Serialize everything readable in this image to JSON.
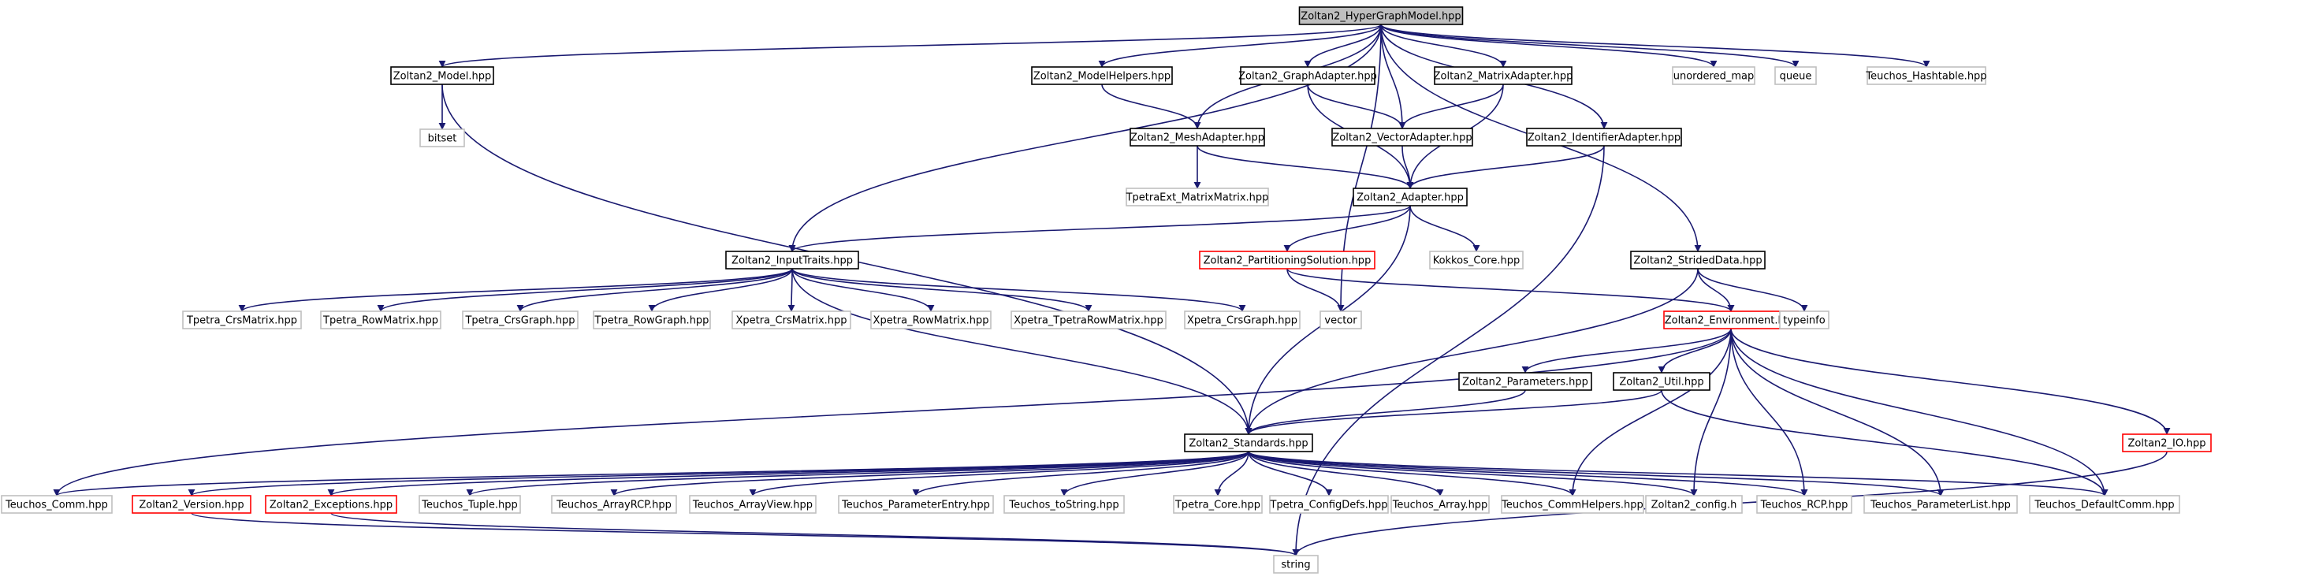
{
  "colors": {
    "edge": "#191970",
    "box_default": "#000000",
    "box_truncated": "#ff0000",
    "box_external": "#bfbfbf",
    "fill_root": "#bfbfbf",
    "fill_default": "#ffffff",
    "text": "#000000"
  },
  "nodes": [
    {
      "id": "root",
      "label": "Zoltan2_HyperGraphModel.hpp",
      "kind": "root"
    },
    {
      "id": "model",
      "label": "Zoltan2_Model.hpp",
      "kind": "normal"
    },
    {
      "id": "modelhelpers",
      "label": "Zoltan2_ModelHelpers.hpp",
      "kind": "normal"
    },
    {
      "id": "graphadapter",
      "label": "Zoltan2_GraphAdapter.hpp",
      "kind": "normal"
    },
    {
      "id": "matrixadapter",
      "label": "Zoltan2_MatrixAdapter.hpp",
      "kind": "normal"
    },
    {
      "id": "unordered_map",
      "label": "unordered_map",
      "kind": "external"
    },
    {
      "id": "queue",
      "label": "queue",
      "kind": "external"
    },
    {
      "id": "hashtable",
      "label": "Teuchos_Hashtable.hpp",
      "kind": "external"
    },
    {
      "id": "bitset",
      "label": "bitset",
      "kind": "external"
    },
    {
      "id": "meshadapter",
      "label": "Zoltan2_MeshAdapter.hpp",
      "kind": "normal"
    },
    {
      "id": "vectoradapter",
      "label": "Zoltan2_VectorAdapter.hpp",
      "kind": "normal"
    },
    {
      "id": "identifieradapter",
      "label": "Zoltan2_IdentifierAdapter.hpp",
      "kind": "normal"
    },
    {
      "id": "tpetraext",
      "label": "TpetraExt_MatrixMatrix.hpp",
      "kind": "external"
    },
    {
      "id": "adapter",
      "label": "Zoltan2_Adapter.hpp",
      "kind": "normal"
    },
    {
      "id": "inputtraits",
      "label": "Zoltan2_InputTraits.hpp",
      "kind": "normal"
    },
    {
      "id": "partsol",
      "label": "Zoltan2_PartitioningSolution.hpp",
      "kind": "truncated"
    },
    {
      "id": "kokkos",
      "label": "Kokkos_Core.hpp",
      "kind": "external"
    },
    {
      "id": "strided",
      "label": "Zoltan2_StridedData.hpp",
      "kind": "normal"
    },
    {
      "id": "tpetra_crsmatrix",
      "label": "Tpetra_CrsMatrix.hpp",
      "kind": "external"
    },
    {
      "id": "tpetra_rowmatrix",
      "label": "Tpetra_RowMatrix.hpp",
      "kind": "external"
    },
    {
      "id": "tpetra_crsgraph",
      "label": "Tpetra_CrsGraph.hpp",
      "kind": "external"
    },
    {
      "id": "tpetra_rowgraph",
      "label": "Tpetra_RowGraph.hpp",
      "kind": "external"
    },
    {
      "id": "xpetra_crsmatrix",
      "label": "Xpetra_CrsMatrix.hpp",
      "kind": "external"
    },
    {
      "id": "xpetra_rowmatrix",
      "label": "Xpetra_RowMatrix.hpp",
      "kind": "external"
    },
    {
      "id": "xpetra_tpetrarow",
      "label": "Xpetra_TpetraRowMatrix.hpp",
      "kind": "external"
    },
    {
      "id": "xpetra_crsgraph",
      "label": "Xpetra_CrsGraph.hpp",
      "kind": "external"
    },
    {
      "id": "vector",
      "label": "vector",
      "kind": "external"
    },
    {
      "id": "environment",
      "label": "Zoltan2_Environment.hpp",
      "kind": "truncated"
    },
    {
      "id": "typeinfo",
      "label": "typeinfo",
      "kind": "external"
    },
    {
      "id": "parameters",
      "label": "Zoltan2_Parameters.hpp",
      "kind": "normal"
    },
    {
      "id": "util",
      "label": "Zoltan2_Util.hpp",
      "kind": "normal"
    },
    {
      "id": "io",
      "label": "Zoltan2_IO.hpp",
      "kind": "truncated"
    },
    {
      "id": "standards",
      "label": "Zoltan2_Standards.hpp",
      "kind": "normal"
    },
    {
      "id": "teuchos_comm",
      "label": "Teuchos_Comm.hpp",
      "kind": "external"
    },
    {
      "id": "version",
      "label": "Zoltan2_Version.hpp",
      "kind": "truncated"
    },
    {
      "id": "exceptions",
      "label": "Zoltan2_Exceptions.hpp",
      "kind": "truncated"
    },
    {
      "id": "tuple",
      "label": "Teuchos_Tuple.hpp",
      "kind": "external"
    },
    {
      "id": "arrayrcp",
      "label": "Teuchos_ArrayRCP.hpp",
      "kind": "external"
    },
    {
      "id": "arrayview",
      "label": "Teuchos_ArrayView.hpp",
      "kind": "external"
    },
    {
      "id": "paramentry",
      "label": "Teuchos_ParameterEntry.hpp",
      "kind": "external"
    },
    {
      "id": "tostring",
      "label": "Teuchos_toString.hpp",
      "kind": "external"
    },
    {
      "id": "tpetra_core",
      "label": "Tpetra_Core.hpp",
      "kind": "external"
    },
    {
      "id": "configdefs",
      "label": "Tpetra_ConfigDefs.hpp",
      "kind": "external"
    },
    {
      "id": "teuchos_array",
      "label": "Teuchos_Array.hpp",
      "kind": "external"
    },
    {
      "id": "commhelpers",
      "label": "Teuchos_CommHelpers.hpp",
      "kind": "external"
    },
    {
      "id": "config",
      "label": "Zoltan2_config.h",
      "kind": "external"
    },
    {
      "id": "rcp",
      "label": "Teuchos_RCP.hpp",
      "kind": "external"
    },
    {
      "id": "paramlist",
      "label": "Teuchos_ParameterList.hpp",
      "kind": "external"
    },
    {
      "id": "defaultcomm",
      "label": "Teuchos_DefaultComm.hpp",
      "kind": "external"
    },
    {
      "id": "string",
      "label": "string",
      "kind": "external"
    }
  ],
  "edges": [
    [
      "root",
      "model"
    ],
    [
      "root",
      "modelhelpers"
    ],
    [
      "root",
      "graphadapter"
    ],
    [
      "root",
      "matrixadapter"
    ],
    [
      "root",
      "unordered_map"
    ],
    [
      "root",
      "queue"
    ],
    [
      "root",
      "hashtable"
    ],
    [
      "root",
      "meshadapter"
    ],
    [
      "root",
      "vectoradapter"
    ],
    [
      "root",
      "identifieradapter"
    ],
    [
      "root",
      "inputtraits"
    ],
    [
      "root",
      "strided"
    ],
    [
      "root",
      "vector"
    ],
    [
      "model",
      "bitset"
    ],
    [
      "model",
      "standards"
    ],
    [
      "modelhelpers",
      "meshadapter"
    ],
    [
      "graphadapter",
      "vectoradapter"
    ],
    [
      "graphadapter",
      "adapter"
    ],
    [
      "matrixadapter",
      "vectoradapter"
    ],
    [
      "matrixadapter",
      "adapter"
    ],
    [
      "meshadapter",
      "tpetraext"
    ],
    [
      "meshadapter",
      "adapter"
    ],
    [
      "vectoradapter",
      "adapter"
    ],
    [
      "identifieradapter",
      "adapter"
    ],
    [
      "identifieradapter",
      "string"
    ],
    [
      "adapter",
      "inputtraits"
    ],
    [
      "adapter",
      "partsol"
    ],
    [
      "adapter",
      "kokkos"
    ],
    [
      "adapter",
      "standards"
    ],
    [
      "inputtraits",
      "tpetra_crsmatrix"
    ],
    [
      "inputtraits",
      "tpetra_rowmatrix"
    ],
    [
      "inputtraits",
      "tpetra_crsgraph"
    ],
    [
      "inputtraits",
      "tpetra_rowgraph"
    ],
    [
      "inputtraits",
      "xpetra_crsmatrix"
    ],
    [
      "inputtraits",
      "xpetra_rowmatrix"
    ],
    [
      "inputtraits",
      "xpetra_tpetrarow"
    ],
    [
      "inputtraits",
      "xpetra_crsgraph"
    ],
    [
      "inputtraits",
      "standards"
    ],
    [
      "partsol",
      "vector"
    ],
    [
      "partsol",
      "environment"
    ],
    [
      "strided",
      "environment"
    ],
    [
      "strided",
      "typeinfo"
    ],
    [
      "strided",
      "standards"
    ],
    [
      "environment",
      "parameters"
    ],
    [
      "environment",
      "util"
    ],
    [
      "environment",
      "io"
    ],
    [
      "environment",
      "teuchos_comm"
    ],
    [
      "environment",
      "commhelpers"
    ],
    [
      "environment",
      "config"
    ],
    [
      "environment",
      "rcp"
    ],
    [
      "environment",
      "paramlist"
    ],
    [
      "environment",
      "defaultcomm"
    ],
    [
      "parameters",
      "standards"
    ],
    [
      "util",
      "standards"
    ],
    [
      "util",
      "defaultcomm"
    ],
    [
      "io",
      "string"
    ],
    [
      "standards",
      "teuchos_comm"
    ],
    [
      "standards",
      "version"
    ],
    [
      "standards",
      "exceptions"
    ],
    [
      "standards",
      "tuple"
    ],
    [
      "standards",
      "arrayrcp"
    ],
    [
      "standards",
      "arrayview"
    ],
    [
      "standards",
      "paramentry"
    ],
    [
      "standards",
      "tostring"
    ],
    [
      "standards",
      "tpetra_core"
    ],
    [
      "standards",
      "configdefs"
    ],
    [
      "standards",
      "teuchos_array"
    ],
    [
      "standards",
      "commhelpers"
    ],
    [
      "standards",
      "config"
    ],
    [
      "standards",
      "rcp"
    ],
    [
      "standards",
      "paramlist"
    ],
    [
      "standards",
      "defaultcomm"
    ],
    [
      "version",
      "string"
    ],
    [
      "exceptions",
      "string"
    ]
  ]
}
